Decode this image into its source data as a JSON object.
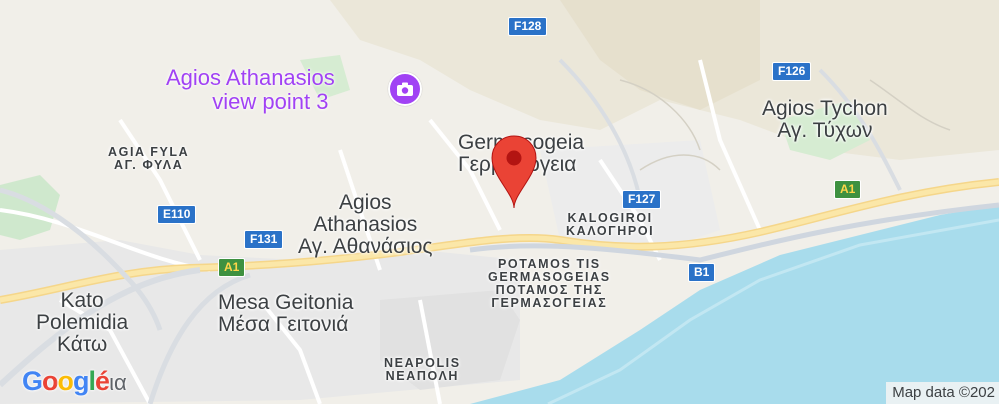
{
  "map": {
    "marker_color": "#ea4335",
    "sea_color": "#a8dcec",
    "poi": {
      "label_line1": "Agios Athanasios",
      "label_line2": "view point 3",
      "icon": "camera-icon",
      "color": "#a142f4"
    },
    "places": {
      "agia_fyla_en": "AGIA FYLA",
      "agia_fyla_gr": "ΑΓ. ΦΥΛΑ",
      "germasogeia_en": "Germasogeia",
      "germasogeia_gr": "Γερμασόγεια",
      "agios_tychon_en": "Agios Tychon",
      "agios_tychon_gr": "Αγ. Τύχων",
      "agios_athanasios_line1": "Agios",
      "agios_athanasios_line2": "Athanasios",
      "agios_athanasios_gr": "Αγ. Αθανάσιος",
      "kalogiroi_en": "KALOGIROI",
      "kalogiroi_gr": "ΚΑΛΟΓΗΡΟΙ",
      "potamos_en_line1": "POTAMOS TIS",
      "potamos_en_line2": "GERMASOGEIAS",
      "potamos_gr_line1": "ΠΟΤΑΜΟΣ ΤΗΣ",
      "potamos_gr_line2": "ΓΕΡΜΑΣΟΓΕΙΑΣ",
      "kato_polemidia_line1": "Kato",
      "kato_polemidia_line2": "Polemidia",
      "kato_polemidia_gr": "Κάτω",
      "mesa_geitonia_en": "Mesa Geitonia",
      "mesa_geitonia_gr": "Μέσα Γειτονιά",
      "neapolis_en": "NEAPOLIS",
      "neapolis_gr": "ΝΕΑΠΟΛΗ"
    },
    "shields": {
      "f128": "F128",
      "f126": "F126",
      "f127": "F127",
      "e110": "E110",
      "f131": "F131",
      "a1_west": "A1",
      "a1_east": "A1",
      "b1": "B1"
    },
    "logo": {
      "text": "Google",
      "suffix": "ια"
    },
    "attribution": "Map data ©202"
  }
}
